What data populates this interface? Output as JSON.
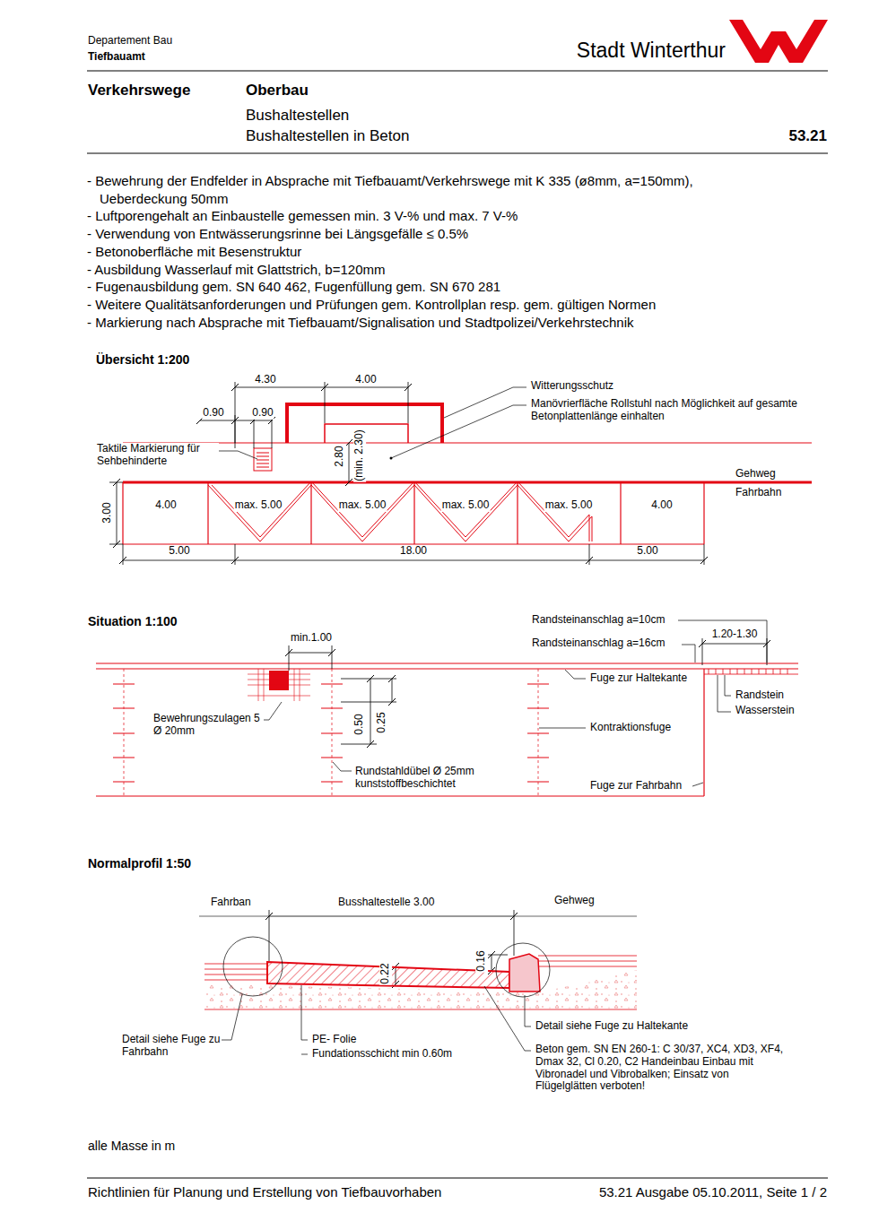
{
  "diagram": {
    "title": "Bushaltestellen in Beton",
    "labels": [
      "Departement Bau",
      "Tiefbauamt",
      "Stadt Winterthur",
      "Verkehrswege",
      "Oberbau",
      "Bushaltestellen",
      "53.21",
      "- Bewehrung der Endfelder in Absprache mit Tiefbauamt/Verkehrswege mit K 335 (ø8mm, a=150mm), Ueberdeckung 50mm",
      "- Luftporengehalt an Einbaustelle gemessen min. 3 V-% und max. 7 V-%",
      "- Verwendung von Entwässerungsrinne bei Längsgefälle ≤ 0.5%",
      "- Betonoberfläche mit Besenstruktur",
      "- Ausbildung Wasserlauf mit Glattstrich, b=120mm",
      "- Fugenausbildung gem. SN 640 462, Fugenfüllung gem. SN 670 281",
      "- Weitere Qualitätsanforderungen und Prüfungen gem. Kontrollplan resp. gem. gültigen Normen",
      "- Markierung nach Absprache mit Tiefbauamt/Signalisation und Stadtpolizei/Verkehrstechnik",
      "Übersicht 1:200",
      "4.30",
      "4.00",
      "0.90",
      "0.90",
      "2.80",
      "(min. 2.30)",
      "Taktile Markierung für Sehbehinderte",
      "Witterungsschutz",
      "Manövrierfläche Rollstuhl nach Möglichkeit auf gesamte Betonplattenlänge einhalten",
      "Gehweg",
      "Fahrbahn",
      "3.00",
      "4.00",
      "max. 5.00",
      "max. 5.00",
      "max. 5.00",
      "max. 5.00",
      "4.00",
      "5.00",
      "18.00",
      "5.00",
      "Situation 1:100",
      "Randsteinanschlag a=10cm",
      "Randsteinanschlag a=16cm",
      "1.20-1.30",
      "min.1.00",
      "Fuge zur Haltekante",
      "Randstein",
      "Wasserstein",
      "Bewehrungszulagen 5 Ø 20mm",
      "0.50",
      "0.25",
      "Kontraktionsfuge",
      "Rundstahldübel Ø 25mm kunststoffbeschichtet",
      "Fuge zur Fahrbahn",
      "Normalprofil 1:50",
      "Fahrban",
      "Busshaltestelle 3.00",
      "Gehweg",
      "0.22",
      "0.16",
      "Detail siehe Fuge zu Fahrbahn",
      "PE- Folie",
      "Fundationsschicht min 0.60m",
      "Detail siehe Fuge zu Haltekante",
      "Beton gem. SN EN 260-1: C 30/37, XC4, XD3, XF4, Dmax 32, Cl 0.20, C2 Handeinbau Einbau mit Vibronadel und Vibrobalken; Einsatz von Flügelglätten verboten!",
      "alle Masse in m",
      "Richtlinien für Planung und Erstellung von Tiefbauvorhaben",
      "53.21 Ausgabe 05.10.2011, Seite 1 / 2"
    ]
  }
}
